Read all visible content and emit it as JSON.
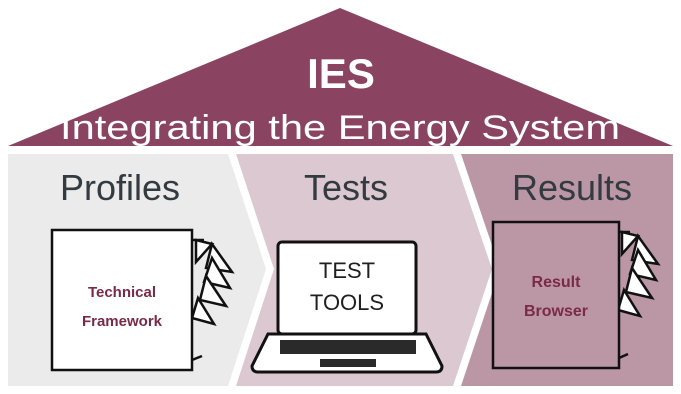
{
  "colors": {
    "roof": "#8a4461",
    "panel_profiles": "#ebebeb",
    "panel_tests": "#dcc8d0",
    "panel_results": "#bb97a6",
    "title_text": "#333a40",
    "doc_label": "#7a2a48"
  },
  "roof": {
    "title": "IES",
    "subtitle": "Integrating the Energy System"
  },
  "columns": [
    {
      "title": "Profiles",
      "icon": "document-stack-icon",
      "label_lines": [
        "Technical",
        "Framework"
      ]
    },
    {
      "title": "Tests",
      "icon": "laptop-icon",
      "label_lines": [
        "TEST",
        "TOOLS"
      ]
    },
    {
      "title": "Results",
      "icon": "document-stack-icon",
      "label_lines": [
        "Result",
        "Browser"
      ]
    }
  ]
}
